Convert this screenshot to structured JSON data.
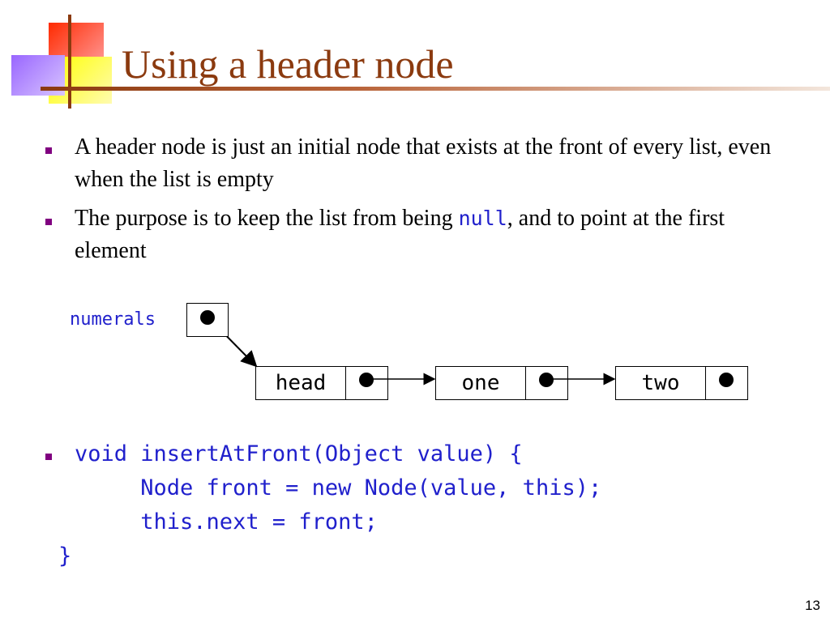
{
  "slide": {
    "title": "Using a header node",
    "bullets": [
      {
        "text": "A header node is just an initial node that exists at the front of every list, even when the list is empty"
      },
      {
        "text_before": "The purpose is to keep the list from being ",
        "code": "null",
        "text_after": ", and to point at the first element"
      }
    ],
    "diagram": {
      "variable_label": "numerals",
      "nodes": [
        "head",
        "one",
        "two"
      ]
    },
    "code_lines": [
      "void insertAtFront(Object value) {",
      "     Node front = new Node(value, this);",
      "     this.next = front;",
      "}"
    ],
    "page_number": "13"
  },
  "colors": {
    "title": "#8b3a0f",
    "bullet": "#800080",
    "code": "#2020cc"
  }
}
